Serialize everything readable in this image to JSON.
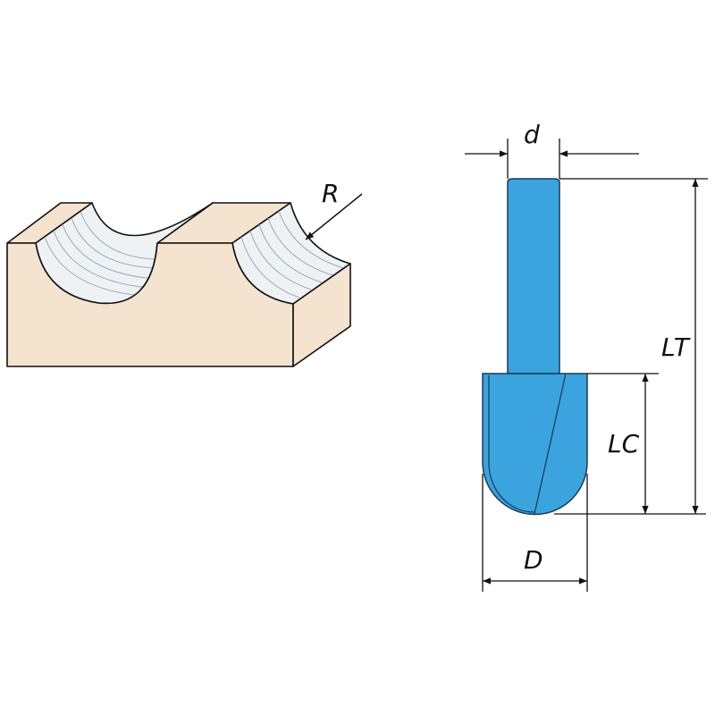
{
  "colors": {
    "workpiece": "#f3e3cf",
    "bit": "#3ba3dd",
    "groove": "#eef2f5",
    "outline": "#111111"
  },
  "workpiece": {
    "radius_label": "R"
  },
  "router_bit": {
    "shank_diameter_label": "d",
    "total_length_label": "LT",
    "cutting_length_label": "LC",
    "cutting_diameter_label": "D"
  }
}
